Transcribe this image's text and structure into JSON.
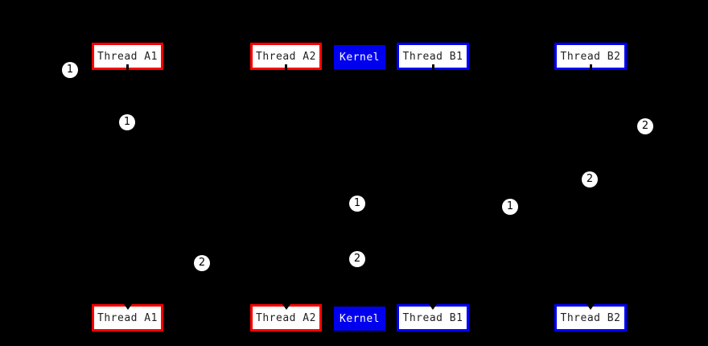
{
  "diagram": {
    "description_colors": {
      "background": "#000000",
      "thread_a_border": "#ff0000",
      "thread_b_border": "#0000ff",
      "kernel_fill": "#0000ee",
      "node_fill": "#ffffff",
      "node_text": "#222222",
      "kernel_text": "#ffffff",
      "badge_fill": "#ffffff",
      "badge_text": "#000000"
    },
    "top_row": [
      {
        "label": "Thread A1"
      },
      {
        "label": "Thread A2"
      },
      {
        "label": "Kernel"
      },
      {
        "label": "Thread B1"
      },
      {
        "label": "Thread B2"
      }
    ],
    "bottom_row": [
      {
        "label": "Thread A1"
      },
      {
        "label": "Thread A2"
      },
      {
        "label": "Kernel"
      },
      {
        "label": "Thread B1"
      },
      {
        "label": "Thread B2"
      }
    ],
    "badges": [
      {
        "label": "1"
      },
      {
        "label": "1"
      },
      {
        "label": "2"
      },
      {
        "label": "2"
      },
      {
        "label": "1"
      },
      {
        "label": "1"
      },
      {
        "label": "2"
      },
      {
        "label": "2"
      }
    ]
  }
}
